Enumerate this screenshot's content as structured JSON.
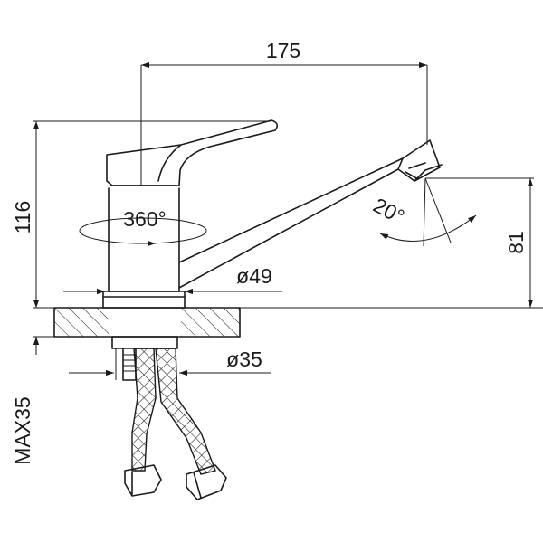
{
  "dimensions": {
    "width_top": "175",
    "height_left": "116",
    "height_right": "81",
    "rotation": "360°",
    "swing_angle": "20°",
    "body_diameter": "ø49",
    "shank_diameter": "ø35",
    "max_thickness": "MAX35"
  },
  "colors": {
    "line": "#1a1a1a",
    "background": "#ffffff"
  }
}
